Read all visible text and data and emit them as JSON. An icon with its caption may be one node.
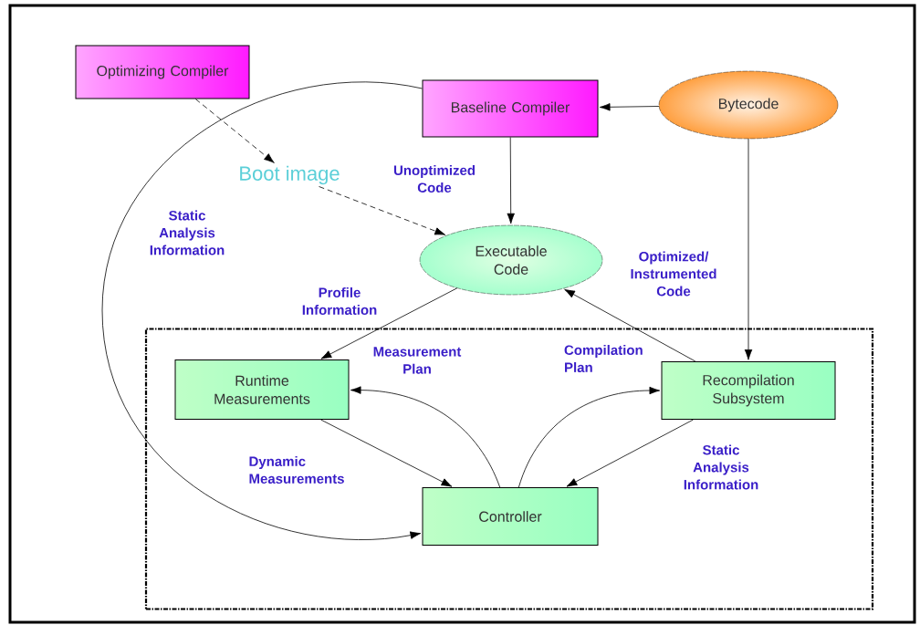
{
  "diagram": {
    "nodes": [
      {
        "text": [
          "Optimizing Compiler"
        ]
      },
      {
        "text": [
          "Baseline Compiler"
        ]
      },
      {
        "text": [
          "Bytecode"
        ]
      },
      {
        "text": [
          "Boot image"
        ]
      },
      {
        "text": [
          "Executable Code"
        ]
      },
      {
        "text": [],
        "shape": "box"
      },
      {
        "text": [
          "Runtime Measurements"
        ],
        "in": 5
      },
      {
        "text": [
          "Recompilation Subsystem"
        ],
        "in": 5
      },
      {
        "text": [
          "Controller"
        ],
        "in": 5
      }
    ],
    "edges": [
      {
        "from": 2,
        "to": 1,
        "arrow": "to"
      },
      {
        "from": 1,
        "to": 4,
        "arrow": "to",
        "label": "Unoptimized Code"
      },
      {
        "from": 2,
        "to": 7,
        "arrow": "to"
      },
      {
        "from": 0,
        "to": 3,
        "arrow": "to",
        "style": "dashed"
      },
      {
        "from": 3,
        "to": 4,
        "arrow": "to",
        "style": "dashed"
      },
      {
        "from": 4,
        "to": 6,
        "arrow": "to",
        "label": "Profile Information"
      },
      {
        "from": 7,
        "to": 4,
        "arrow": "to",
        "label": "Optimized/ Instrumented Code"
      },
      {
        "from": 8,
        "to": 6,
        "arrow": "to",
        "label": "Measurement Plan"
      },
      {
        "from": 8,
        "to": 7,
        "arrow": "to",
        "label": "Compilation Plan"
      },
      {
        "from": 6,
        "to": 8,
        "arrow": "to",
        "label": "Dynamic Measurements"
      },
      {
        "from": 7,
        "to": 8,
        "arrow": "to",
        "label": "Static Analysis Information"
      },
      {
        "from": 1,
        "to": 8,
        "arrow": "to",
        "label": "Static Analysis Information"
      }
    ]
  }
}
